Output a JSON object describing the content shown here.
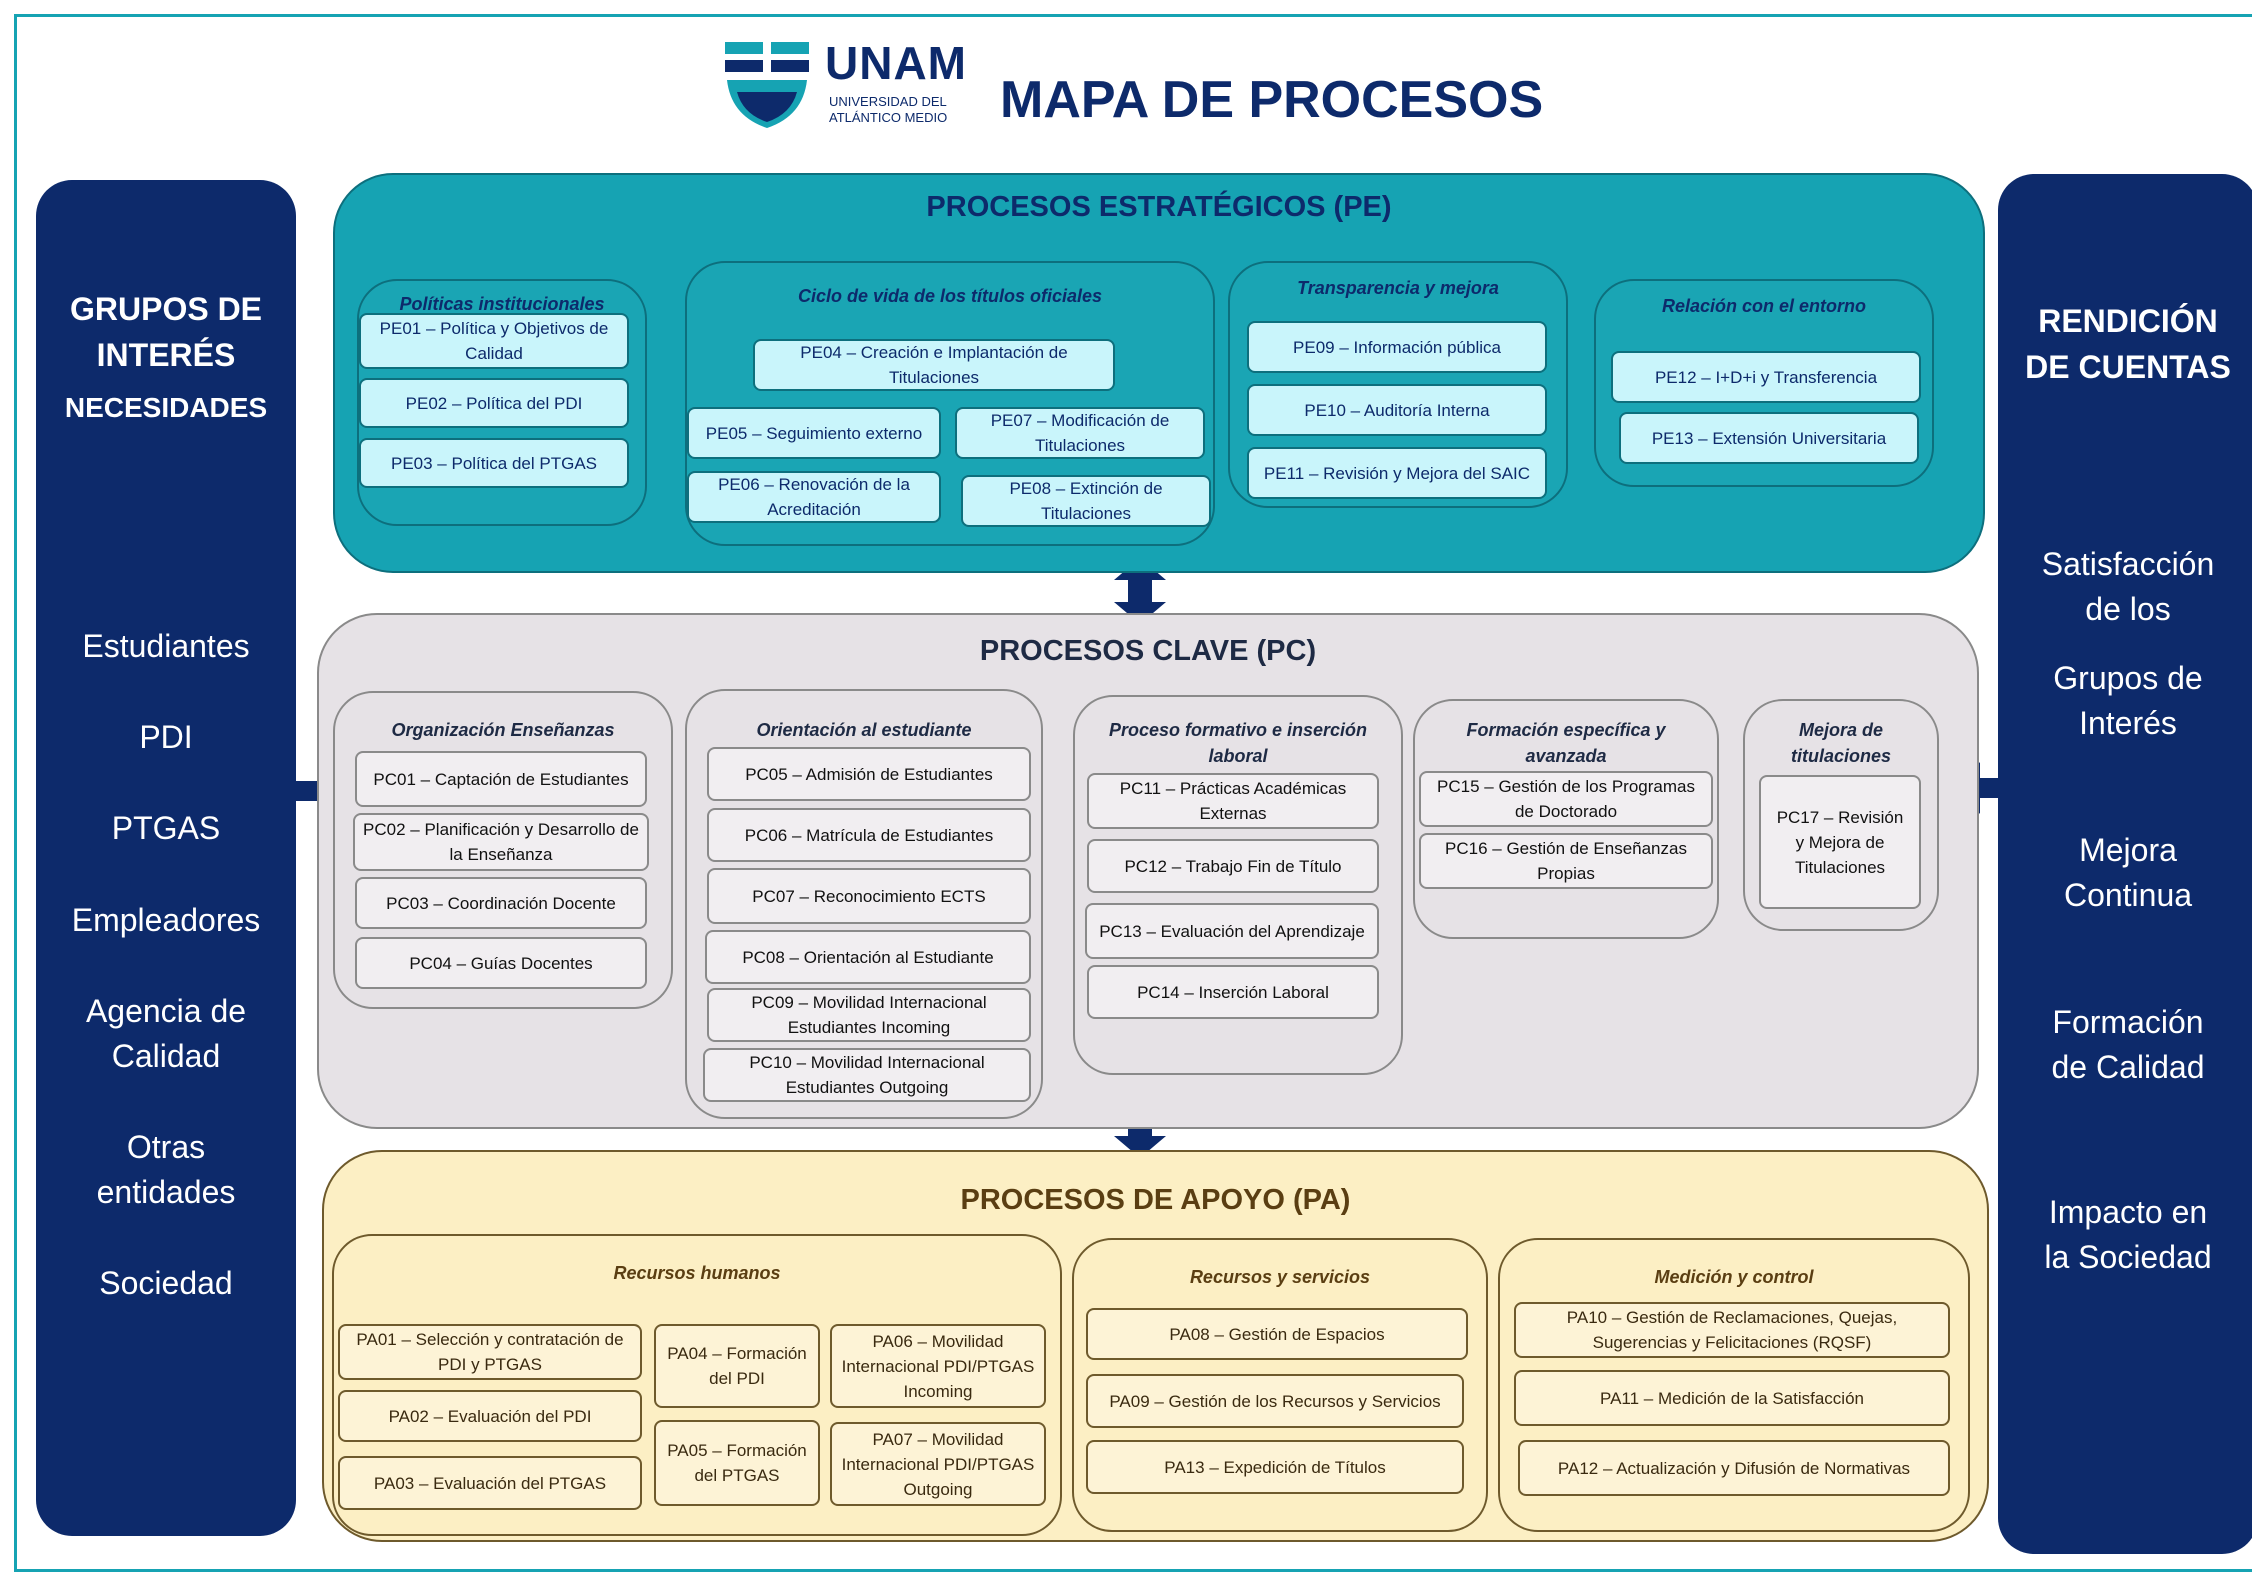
{
  "header": {
    "logo_text": "UNAM",
    "logo_sub1": "UNIVERSIDAD DEL",
    "logo_sub2": "ATLÁNTICO MEDIO",
    "title": "MAPA DE PROCESOS"
  },
  "left": {
    "h1": "GRUPOS DE",
    "h2": "INTERÉS",
    "h3": "NECESIDADES",
    "items": [
      "Estudiantes",
      "PDI",
      "PTGAS",
      "Empleadores",
      "Agencia de",
      "Calidad",
      "Otras",
      "entidades",
      "Sociedad"
    ]
  },
  "right": {
    "h1": "RENDICIÓN",
    "h2": "DE CUENTAS",
    "items": [
      "Satisfacción",
      "de los",
      "Grupos de",
      "Interés",
      "Mejora",
      "Continua",
      "Formación",
      "de Calidad",
      "Impacto en",
      "la Sociedad"
    ]
  },
  "pe": {
    "title": "PROCESOS ESTRATÉGICOS (PE)",
    "groups": [
      "Políticas institucionales",
      "Ciclo de vida de los títulos oficiales",
      "Transparencia y mejora",
      "Relación con el entorno"
    ],
    "boxes": [
      "PE01 – Política y Objetivos de Calidad",
      "PE02 – Política del PDI",
      "PE03 – Política del PTGAS",
      "PE04 – Creación e Implantación de Titulaciones",
      "PE05 – Seguimiento externo",
      "PE07 – Modificación de Titulaciones",
      "PE06 – Renovación de la Acreditación",
      "PE08 – Extinción de Titulaciones",
      "PE09 – Información pública",
      "PE10 – Auditoría Interna",
      "PE11 – Revisión y Mejora del SAIC",
      "PE12 – I+D+i y Transferencia",
      "PE13 – Extensión Universitaria"
    ]
  },
  "pc": {
    "title": "PROCESOS CLAVE (PC)",
    "groups": [
      "Organización Enseñanzas",
      "Orientación al estudiante",
      "Proceso formativo e inserción laboral",
      "Formación específica y avanzada",
      "Mejora de titulaciones"
    ],
    "boxes": [
      "PC01 – Captación de Estudiantes",
      "PC02 – Planificación y Desarrollo de la Enseñanza",
      "PC03 – Coordinación Docente",
      "PC04 – Guías Docentes",
      "PC05 – Admisión de Estudiantes",
      "PC06 – Matrícula de Estudiantes",
      "PC07 – Reconocimiento ECTS",
      "PC08 – Orientación al Estudiante",
      "PC09 – Movilidad Internacional Estudiantes Incoming",
      "PC10 – Movilidad Internacional Estudiantes Outgoing",
      "PC11 – Prácticas Académicas Externas",
      "PC12 – Trabajo Fin de Título",
      "PC13 – Evaluación del Aprendizaje",
      "PC14 – Inserción Laboral",
      "PC15 – Gestión de los Programas de Doctorado",
      "PC16 – Gestión de Enseñanzas Propias",
      "PC17 – Revisión y Mejora de Titulaciones"
    ]
  },
  "pa": {
    "title": "PROCESOS DE APOYO (PA)",
    "groups": [
      "Recursos humanos",
      "Recursos y servicios",
      "Medición y control"
    ],
    "boxes": [
      "PA01 – Selección y contratación de PDI y PTGAS",
      "PA02 – Evaluación del PDI",
      "PA03 – Evaluación del PTGAS",
      "PA04 – Formación del PDI",
      "PA05 – Formación del PTGAS",
      "PA06 – Movilidad Internacional PDI/PTGAS Incoming",
      "PA07 – Movilidad Internacional PDI/PTGAS Outgoing",
      "PA08 – Gestión de Espacios",
      "PA09 – Gestión de los Recursos y Servicios",
      "PA13 – Expedición de Títulos",
      "PA10 – Gestión de Reclamaciones, Quejas, Sugerencias y Felicitaciones (RQSF)",
      "PA11 – Medición de la Satisfacción",
      "PA12 – Actualización y Difusión de Normativas"
    ]
  }
}
